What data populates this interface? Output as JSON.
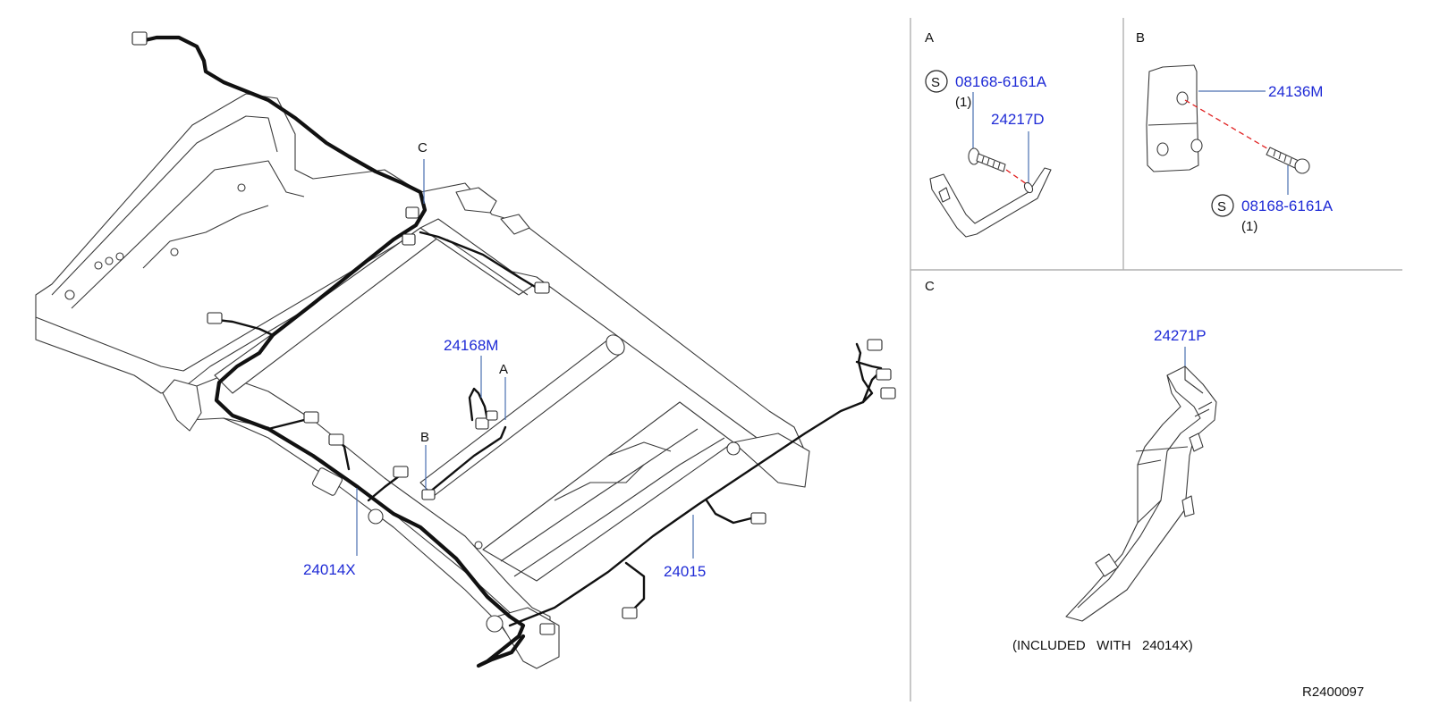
{
  "main_diagram": {
    "callouts": {
      "c": "C",
      "a": "A",
      "b": "B",
      "p24168m": "24168M",
      "p24014x": "24014X",
      "p24015": "24015"
    }
  },
  "panel_a": {
    "title": "A",
    "symbol": "S",
    "bolt_part": "08168-6161A",
    "qty": "(1)",
    "bracket_part": "24217D"
  },
  "panel_b": {
    "title": "B",
    "bracket_part": "24136M",
    "symbol": "S",
    "bolt_part": "08168-6161A",
    "qty": "(1)"
  },
  "panel_c": {
    "title": "C",
    "part": "24271P",
    "note": "(INCLUDED   WITH   24014X)"
  },
  "diagram_id": "R2400097",
  "colors": {
    "part_number": "#1f2bd6",
    "leader": "#4a6fb0",
    "alignment_line": "#e02020",
    "harness": "#111111"
  }
}
